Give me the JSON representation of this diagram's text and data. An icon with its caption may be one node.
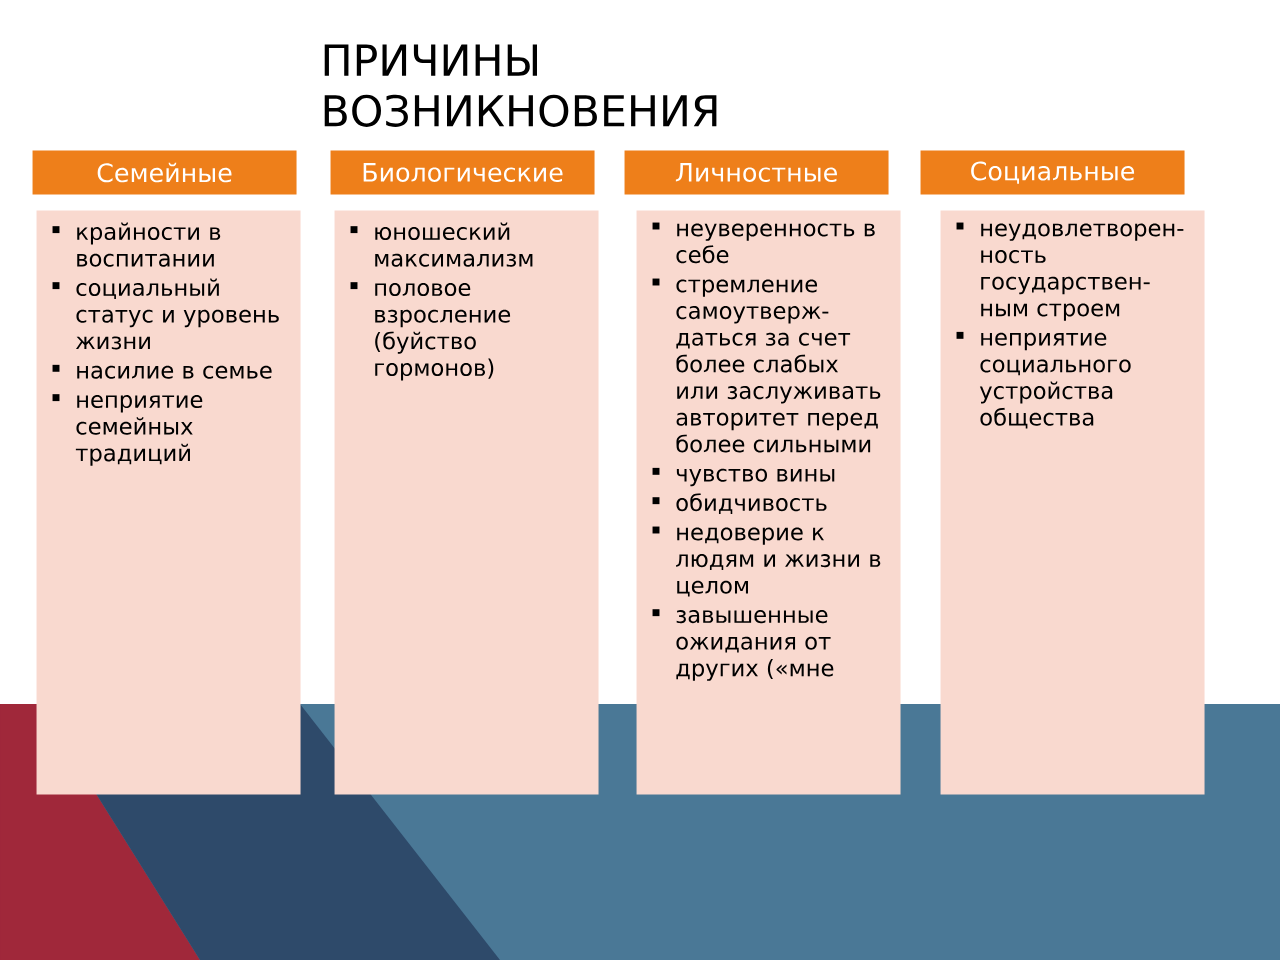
{
  "diagram": {
    "title": "ПРИЧИНЫ ВОЗНИКНОВЕНИЯ",
    "nodes": [
      {
        "text": [
          "Семейные"
        ]
      },
      {
        "text": [
          "Биологические"
        ]
      },
      {
        "text": [
          "Личностные"
        ]
      },
      {
        "text": [
          "Социальные"
        ]
      },
      {
        "text": [
          "крайности в воспитании",
          "социальный статус и уровень жизни",
          "насилие в семье",
          "неприятие семейных традиций"
        ]
      },
      {
        "text": [
          "юношеский максимализм",
          "половое взросление (буйство гормонов)"
        ]
      },
      {
        "text": [
          "неуверенность в себе",
          "стремление самоутверж- даться за счет более слабых или заслуживать авторитет перед более сильными",
          "чувство вины",
          "обидчивость",
          "недоверие к людям и жизни в целом",
          "завышенные ожидания от других («мне"
        ]
      },
      {
        "text": [
          "неудовлетворен- ность государствен- ным строем",
          "неприятие социального устройства общества"
        ]
      }
    ]
  }
}
